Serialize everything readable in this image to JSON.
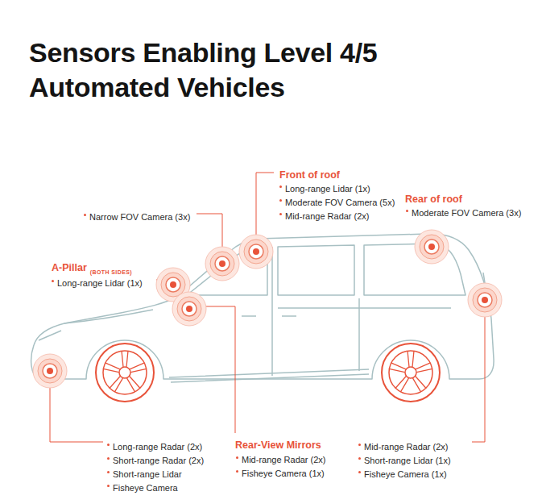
{
  "diagram": {
    "title": "Sensors Enabling Level 4/5 Automated Vehicles",
    "labels": [
      "Front of roof",
      "Long-range Lidar (1x)",
      "Moderate FOV Camera (5x)",
      "Mid-range Radar (2x)",
      "Narrow FOV Camera (3x)",
      "Rear of roof",
      "Moderate FOV Camera (3x)",
      "A-Pillar",
      "(BOTH SIDES)",
      "Long-range Lidar (1x)",
      "Long-range Radar (2x)",
      "Short-range Radar (2x)",
      "Short-range Lidar",
      "Fisheye Camera",
      "Rear-View Mirrors",
      "Mid-range Radar (2x)",
      "Fisheye Camera (1x)",
      "Mid-range Radar (2x)",
      "Short-range Lidar (1x)",
      "Fisheye Camera (1x)"
    ]
  }
}
